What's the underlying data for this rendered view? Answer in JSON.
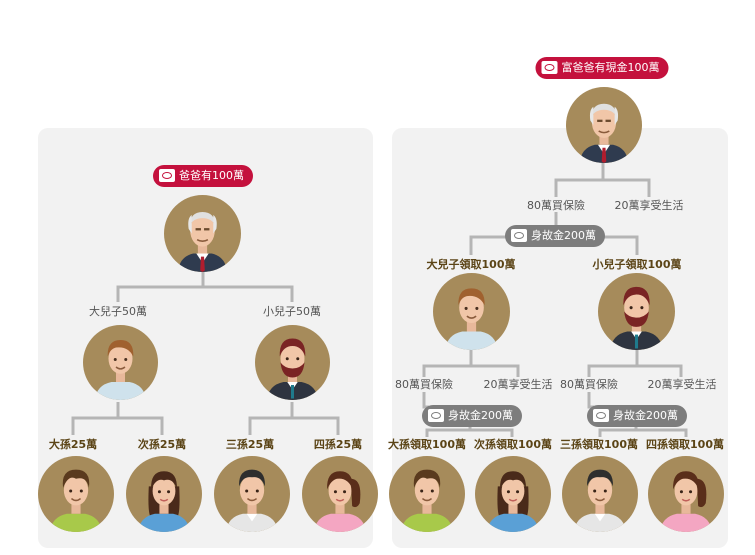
{
  "colors": {
    "panel": "#f2f2f2",
    "avatar_bg": "#a68b5b",
    "badge_red": "#c4113d",
    "badge_gray": "#7d7d7d",
    "line": "#b5b5b5",
    "label_bold": "#5b4416"
  },
  "left": {
    "badge": "爸爸有100萬",
    "split_left": "大兒子50萬",
    "split_right": "小兒子50萬",
    "grandkids": [
      "大孫25萬",
      "次孫25萬",
      "三孫25萬",
      "四孫25萬"
    ]
  },
  "right": {
    "badge": "富爸爸有現金100萬",
    "insurance": "80萬買保險",
    "enjoy": "20萬享受生活",
    "death_benefit": "身故金200萬",
    "son1": "大兒子領取100萬",
    "son2": "小兒子領取100萬",
    "son1_insurance": "80萬買保險",
    "son1_enjoy": "20萬享受生活",
    "son2_insurance": "80萬買保險",
    "son2_enjoy": "20萬享受生活",
    "son1_death_benefit": "身故金200萬",
    "son2_death_benefit": "身故金200萬",
    "grandkids": [
      "大孫領取100萬",
      "次孫領取100萬",
      "三孫領取100萬",
      "四孫領取100萬"
    ]
  },
  "icons": {
    "badge_icon": "money-bill-icon"
  }
}
